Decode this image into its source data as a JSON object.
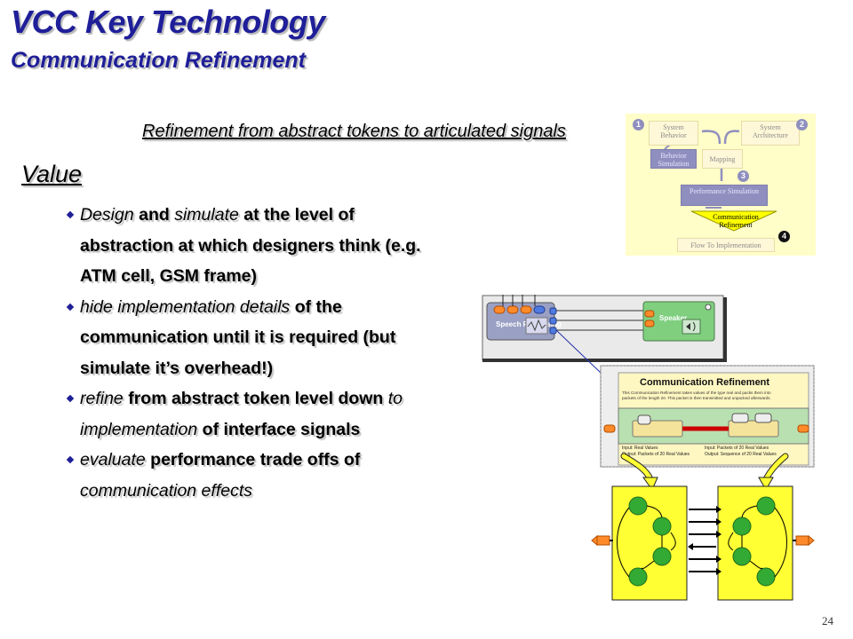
{
  "slide": {
    "title_line1": "VCC Key Technology",
    "title_line2": "Communication Refinement",
    "subtitle": "Refinement from abstract tokens to articulated signals",
    "value_heading": "Value",
    "page_number": "24"
  },
  "bullets": [
    {
      "parts": [
        {
          "text": "Design",
          "italic": true
        },
        {
          "text": " and ",
          "italic": false
        },
        {
          "text": "simulate",
          "italic": true
        },
        {
          "text": " at the level of abstraction at which designers think (e.g. ATM cell, GSM frame)",
          "italic": false
        }
      ]
    },
    {
      "parts": [
        {
          "text": "hide implementation details",
          "italic": true
        },
        {
          "text": " of the communication until it is required (but simulate it’s overhead!)",
          "italic": false
        }
      ]
    },
    {
      "parts": [
        {
          "text": "refine",
          "italic": true
        },
        {
          "text": " from abstract token level down ",
          "italic": false
        },
        {
          "text": "to implementation",
          "italic": true
        },
        {
          "text": " of interface signals",
          "italic": false
        }
      ]
    },
    {
      "parts": [
        {
          "text": "evaluate",
          "italic": true
        },
        {
          "text": " performance trade offs of ",
          "italic": false
        },
        {
          "text": "communication effects",
          "italic": true
        }
      ]
    }
  ],
  "flow": {
    "system_behavior": "System Behavior",
    "system_architecture": "System Architecture",
    "behavior_simulation": "Behavior Simulation",
    "mapping": "Mapping",
    "performance_simulation": "Performance Simulation",
    "communication_refinement": "Communication Refinement",
    "flow_to_implementation": "Flow To Implementation",
    "step1": "1",
    "step2": "2",
    "step3": "3",
    "step4": "4"
  },
  "diagram": {
    "speech_processing": "Speech Processing",
    "speaker": "Speaker",
    "comm_ref_title": "Communication Refinement",
    "comm_ref_desc_line1": "This Communication Refinement takes values of the type real and packs them into",
    "comm_ref_desc_line2": "packets of the length 20. This packet is then transmitted and unpacked afterwards.",
    "left_input": "Input:   Real Values",
    "left_output": "Output:  Packets of 20 Real Values",
    "right_input": "Input:   Packets of 20 Real Values",
    "right_output": "Output:  Sequence of 20 Real Values"
  },
  "colors": {
    "title": "#1f1f99",
    "flow_background": "#fffdc8",
    "flow_dark_node": "#8f8fbf",
    "fsm_background": "#ffff33",
    "fsm_state": "#33aa33",
    "port_orange": "#ff6600",
    "bus_red": "#cc0000"
  }
}
